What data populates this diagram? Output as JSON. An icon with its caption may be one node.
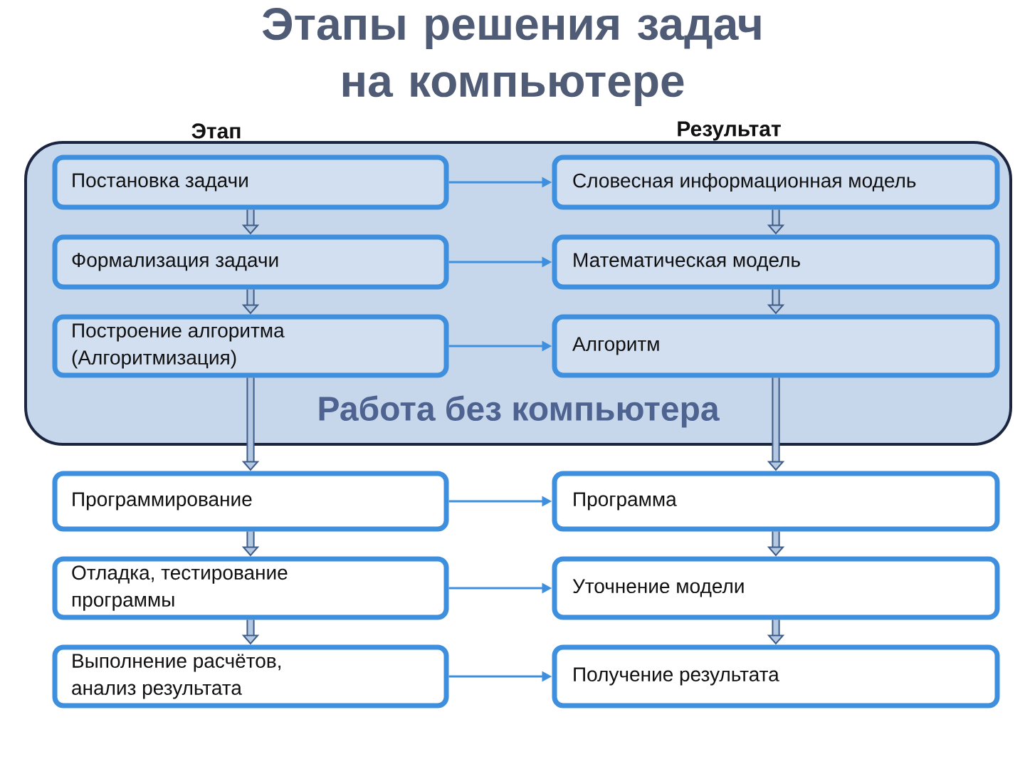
{
  "diagram": {
    "title": "Этапы решения задач на компьютере",
    "nodes": [
      {
        "text": [
          "Работа без компьютера"
        ]
      },
      {
        "text": [
          "Постановка задачи"
        ],
        "in": 0
      },
      {
        "text": [
          "Словесная информационная модель"
        ],
        "in": 0
      },
      {
        "text": [
          "Формализация задачи"
        ],
        "in": 0
      },
      {
        "text": [
          "Математическая модель"
        ],
        "in": 0
      },
      {
        "text": [
          "Построение алгоритма (Алгоритмизация)"
        ],
        "in": 0
      },
      {
        "text": [
          "Алгоритм"
        ],
        "in": 0
      },
      {
        "text": [
          "Программирование"
        ]
      },
      {
        "text": [
          "Программа"
        ]
      },
      {
        "text": [
          "Отладка, тестирование программы"
        ]
      },
      {
        "text": [
          "Уточнение модели"
        ]
      },
      {
        "text": [
          "Выполнение расчётов, анализ результата"
        ]
      },
      {
        "text": [
          "Получение результата"
        ]
      }
    ],
    "edges": [
      {
        "from": 1,
        "to": 2,
        "arrow": "to"
      },
      {
        "from": 1,
        "to": 3,
        "arrow": "to"
      },
      {
        "from": 2,
        "to": 4,
        "arrow": "to"
      },
      {
        "from": 3,
        "to": 4,
        "arrow": "to"
      },
      {
        "from": 3,
        "to": 5,
        "arrow": "to"
      },
      {
        "from": 4,
        "to": 6,
        "arrow": "to"
      },
      {
        "from": 5,
        "to": 6,
        "arrow": "to"
      },
      {
        "from": 5,
        "to": 7,
        "arrow": "to"
      },
      {
        "from": 6,
        "to": 8,
        "arrow": "to"
      },
      {
        "from": 7,
        "to": 8,
        "arrow": "to"
      },
      {
        "from": 7,
        "to": 9,
        "arrow": "to"
      },
      {
        "from": 8,
        "to": 10,
        "arrow": "to"
      },
      {
        "from": 9,
        "to": 10,
        "arrow": "to"
      },
      {
        "from": 9,
        "to": 11,
        "arrow": "to"
      },
      {
        "from": 10,
        "to": 12,
        "arrow": "to"
      },
      {
        "from": 11,
        "to": 12,
        "arrow": "to"
      }
    ],
    "labels": [
      "Этап",
      "Результат"
    ]
  }
}
